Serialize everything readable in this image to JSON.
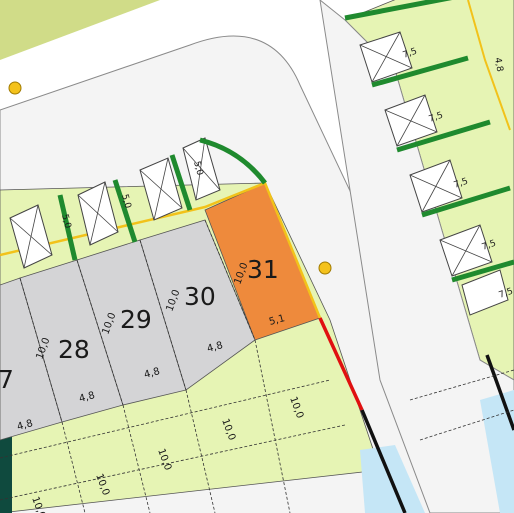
{
  "colors": {
    "plot_fill": "#e6f4b4",
    "plot_selected": "#ee8a3c",
    "plot_existing": "#d4d4d6",
    "road": "#f4f4f4",
    "road_edge": "#8a8a8a",
    "water": "#c5e6f6",
    "border_dark": "#0f4a3e",
    "hedge": "#1f8a2e",
    "boundary_yellow": "#f2c21a",
    "boundary_red": "#e01010",
    "marker": "#f4c21c",
    "top_left_green": "#d0dc88"
  },
  "plots": [
    {
      "number": "7",
      "depth": "",
      "width": "4,8"
    },
    {
      "number": "28",
      "depth": "10,0",
      "width": "4,8"
    },
    {
      "number": "29",
      "depth": "10,0",
      "width": "4,8"
    },
    {
      "number": "30",
      "depth": "10,0",
      "width": "4,8"
    },
    {
      "number": "31",
      "depth": "10,0",
      "width": "5,1",
      "selected": true
    }
  ],
  "garden_depths": [
    "10,0",
    "10,0",
    "10,0",
    "10,0",
    "10,0"
  ],
  "parking_left": [
    "5,0",
    "5,0",
    "5,0"
  ],
  "parking_right": [
    "7,5",
    "7,5",
    "7,5",
    "7,5",
    "7,5"
  ],
  "right_offset": "4,8"
}
